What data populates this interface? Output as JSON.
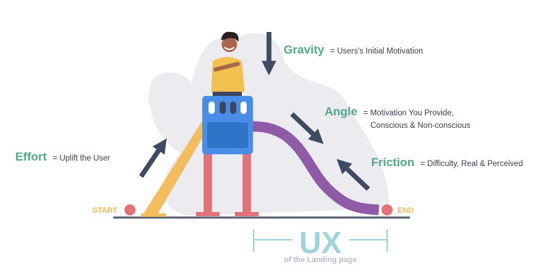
{
  "labels": {
    "gravity": {
      "term": "Gravity",
      "definition": "= Users's Initial Motivation"
    },
    "angle": {
      "term": "Angle",
      "definition_line1": "= Motivation You Provide,",
      "definition_line2": "Conscious & Non-conscious"
    },
    "friction": {
      "term": "Friction",
      "definition": "= Difficulty, Real & Perceived"
    },
    "effort": {
      "term": "Effort",
      "definition": "= Uplift the User"
    }
  },
  "path": {
    "start": "START",
    "end": "END"
  },
  "footer": {
    "title": "UX",
    "subtitle": "of the Landing page"
  },
  "colors": {
    "term": "#4fa886",
    "arrow": "#3f4a63",
    "slide_left": "#f3bd5e",
    "slide_right": "#8f5aa6",
    "legs": "#e3717a",
    "platform": "#4a8de8",
    "ux": "#9fd3dc"
  }
}
